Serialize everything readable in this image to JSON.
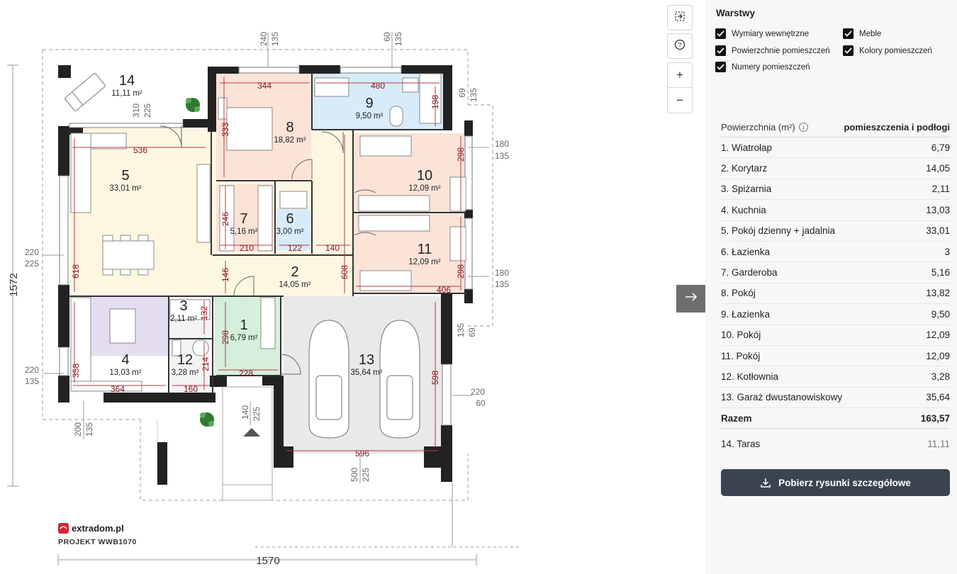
{
  "plan": {
    "rooms": [
      {
        "num": "1",
        "area": "6,79",
        "unit": "m²"
      },
      {
        "num": "2",
        "area": "14,05",
        "unit": "m²"
      },
      {
        "num": "3",
        "area": "2,11",
        "unit": "m²"
      },
      {
        "num": "4",
        "area": "13,03",
        "unit": "m²"
      },
      {
        "num": "5",
        "area": "33,01",
        "unit": "m²"
      },
      {
        "num": "6",
        "area": "3,00",
        "unit": "m²"
      },
      {
        "num": "7",
        "area": "5,16",
        "unit": "m²"
      },
      {
        "num": "8",
        "area": "18,82",
        "unit": "m²"
      },
      {
        "num": "9",
        "area": "9,50",
        "unit": "m²"
      },
      {
        "num": "10",
        "area": "12,09",
        "unit": "m²"
      },
      {
        "num": "11",
        "area": "12,09",
        "unit": "m²"
      },
      {
        "num": "12",
        "area": "3,28",
        "unit": "m²"
      },
      {
        "num": "13",
        "area": "35,64",
        "unit": "m²"
      },
      {
        "num": "14",
        "area": "11,11",
        "unit": "m²"
      }
    ],
    "inner_dims": [
      "344",
      "480",
      "198",
      "333",
      "536",
      "298",
      "246",
      "210",
      "122",
      "140",
      "618",
      "146",
      "608",
      "298",
      "406",
      "132",
      "298",
      "358",
      "364",
      "228",
      "214",
      "160",
      "598",
      "596"
    ],
    "outer_dims": {
      "top_240": "240",
      "top_135a": "135",
      "top_60": "60",
      "top_135b": "135",
      "r_69a": "69",
      "r_135a": "135",
      "r_180a": "180",
      "r_135b": "135",
      "r_180b": "180",
      "r_135c": "135",
      "r_135d": "135",
      "r_69b": "69",
      "r_220": "220",
      "r_60": "60",
      "l_220a": "220",
      "l_225a": "225",
      "l_220b": "220",
      "l_135": "135",
      "b_200": "200",
      "b_135": "135",
      "b_140": "140",
      "b_225a": "225",
      "b_500": "500",
      "b_225b": "225",
      "in_310": "310",
      "in_225": "225"
    },
    "total_height": "1572",
    "total_width": "1570",
    "brand": "extradom.pl",
    "project": "PROJEKT WWB1070"
  },
  "tools": {
    "icons": [
      "select-area-icon",
      "help-icon",
      "zoom-in-icon",
      "zoom-out-icon"
    ],
    "zoom_in": "+",
    "zoom_out": "−",
    "help": "?"
  },
  "panel": {
    "layers_title": "Warstwy",
    "layers": [
      {
        "label": "Wymiary wewnętrzne",
        "checked": true
      },
      {
        "label": "Powierzchnie pomieszczeń",
        "checked": true
      },
      {
        "label": "Numery pomieszczeń",
        "checked": true
      },
      {
        "label": "Meble",
        "checked": true
      },
      {
        "label": "Kolory pomieszczeń",
        "checked": true
      }
    ],
    "table_header_left": "Powierzchnia (m²)",
    "table_header_right": "pomieszczenia i podłogi",
    "rows": [
      {
        "name": "1. Wiatrołap",
        "value": "6,79"
      },
      {
        "name": "2. Korytarz",
        "value": "14,05"
      },
      {
        "name": "3. Spiżarnia",
        "value": "2,11"
      },
      {
        "name": "4. Kuchnia",
        "value": "13,03"
      },
      {
        "name": "5. Pokój dzienny + jadalnia",
        "value": "33,01"
      },
      {
        "name": "6. Łazienka",
        "value": "3"
      },
      {
        "name": "7. Garderoba",
        "value": "5,16"
      },
      {
        "name": "8. Pokój",
        "value": "13,82"
      },
      {
        "name": "9. Łazienka",
        "value": "9,50"
      },
      {
        "name": "10. Pokój",
        "value": "12,09"
      },
      {
        "name": "11. Pokój",
        "value": "12,09"
      },
      {
        "name": "12. Kotłownia",
        "value": "3,28"
      },
      {
        "name": "13. Garaż dwustanowiskowy",
        "value": "35,64"
      }
    ],
    "total": {
      "name": "Razem",
      "value": "163,57"
    },
    "terrace": {
      "name": "14. Taras",
      "value": "11,11"
    },
    "download_label": "Pobierz rysunki szczegółowe"
  },
  "colors": {
    "wall": "#222222",
    "room_living": "#fdf7e2",
    "room_bedroom": "#fbe3d8",
    "room_bath": "#d7ebf8",
    "room_kitchen": "#e5ddf0",
    "room_vestibule": "#d5efdb",
    "room_garage": "#e9e9e9",
    "dim_red": "#8a1520",
    "brand_red": "#d22630",
    "button_dark": "#3a4450"
  }
}
